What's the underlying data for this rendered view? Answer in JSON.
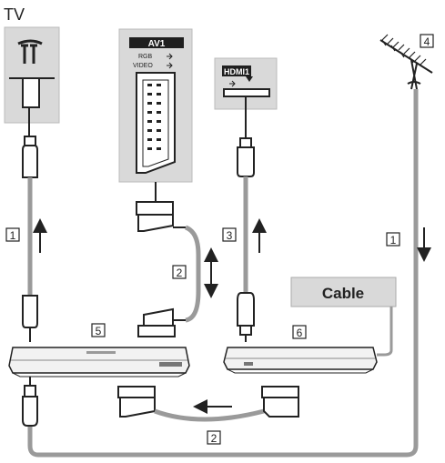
{
  "header": {
    "title": "TV"
  },
  "av1_panel": {
    "title": "AV1",
    "rgb_label": "RGB",
    "video_label": "VIDEO",
    "input_icon": "input-arrow-icon"
  },
  "hdmi_panel": {
    "title": "HDMI1",
    "input_icon": "input-arrow-icon"
  },
  "cable_box": {
    "label": "Cable"
  },
  "callouts": {
    "n1_left": "1",
    "n2_mid": "2",
    "n3_hdmi": "3",
    "n1_right": "1",
    "n4_aerial": "4",
    "n5_recorder": "5",
    "n6_cable": "6",
    "n2_bottom": "2"
  },
  "icons": [
    "aerial-socket-icon",
    "rf-plug-icon",
    "scart-socket-icon",
    "scart-plug-icon",
    "hdmi-plug-icon",
    "aerial-antenna-icon",
    "recorder-device-icon",
    "cable-box-device-icon",
    "direction-arrow-icon"
  ],
  "colors": {
    "panel_gray": "#d9d9d9",
    "cable_gray": "#9a9a9a",
    "line": "#222222"
  }
}
